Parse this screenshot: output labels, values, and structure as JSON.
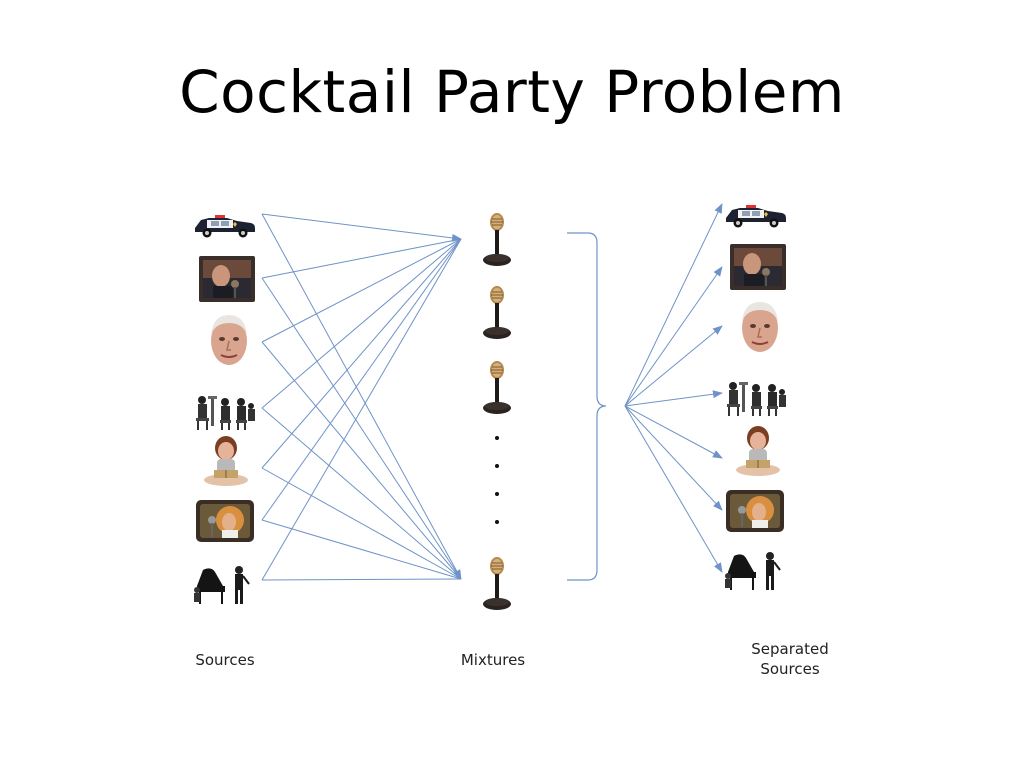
{
  "slide": {
    "title": "Cocktail Party Problem"
  },
  "labels": {
    "sources": "Sources",
    "mixtures": "Mixtures",
    "separated_line1": "Separated",
    "separated_line2": "Sources"
  },
  "sources": [
    {
      "icon": "police-car-icon"
    },
    {
      "icon": "tv-speaker-icon"
    },
    {
      "icon": "face-portrait-icon"
    },
    {
      "icon": "seated-group-icon"
    },
    {
      "icon": "child-reading-icon"
    },
    {
      "icon": "singer-tv-icon"
    },
    {
      "icon": "piano-performer-icon"
    }
  ],
  "mixtures": [
    {
      "icon": "microphone-icon"
    },
    {
      "icon": "microphone-icon"
    },
    {
      "icon": "microphone-icon"
    },
    {
      "icon": "microphone-icon"
    }
  ],
  "colors": {
    "arrow": "#6f93c8",
    "bracket": "#6f93c8"
  }
}
